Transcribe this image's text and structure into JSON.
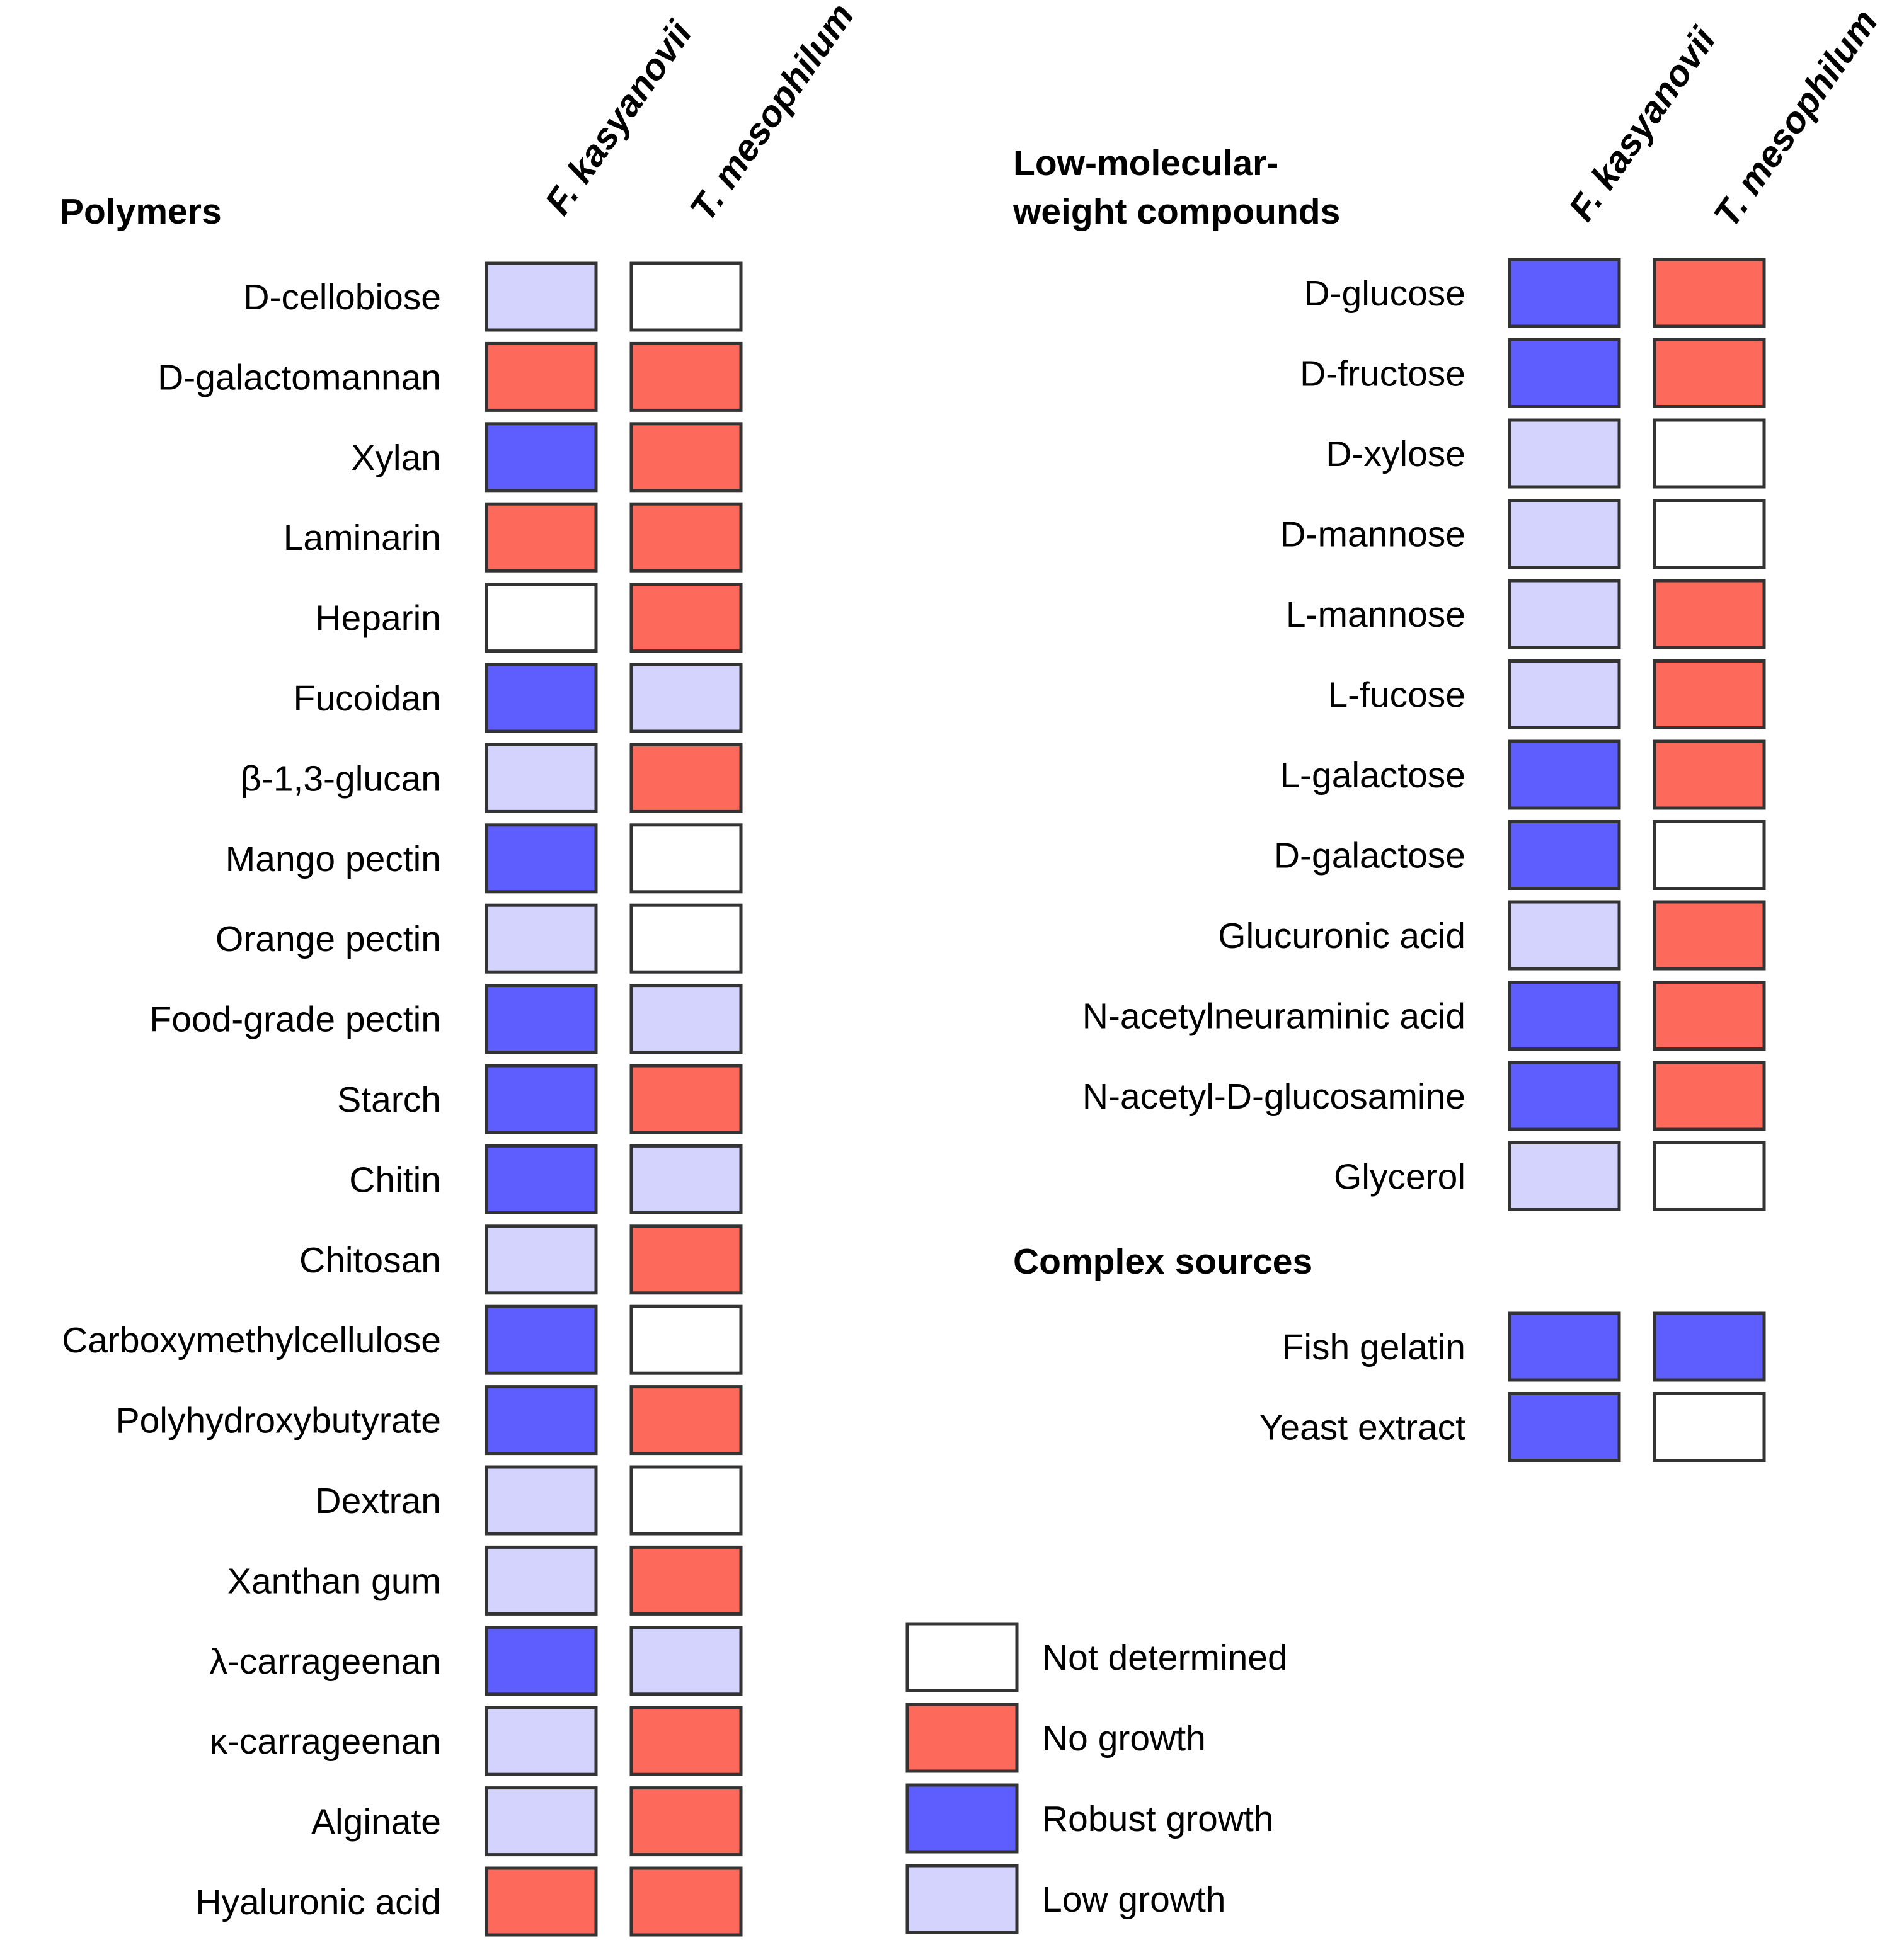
{
  "chart_data": {
    "type": "heatmap",
    "organisms": [
      "F. kasyanovii",
      "T. mesophilum"
    ],
    "colors": {
      "Not determined": "#ffffff",
      "No growth": "#fd6a5c",
      "Robust growth": "#5e5eff",
      "Low growth": "#d3d3fd"
    },
    "legend": {
      "placement": "bottom-right",
      "entries": [
        "Not determined",
        "No growth",
        "Robust growth",
        "Low growth"
      ]
    },
    "groups": [
      {
        "title": "Polymers",
        "rows": [
          {
            "label": "D-cellobiose",
            "values": [
              "Low growth",
              "Not determined"
            ]
          },
          {
            "label": "D-galactomannan",
            "values": [
              "No growth",
              "No growth"
            ]
          },
          {
            "label": "Xylan",
            "values": [
              "Robust growth",
              "No growth"
            ]
          },
          {
            "label": "Laminarin",
            "values": [
              "No growth",
              "No growth"
            ]
          },
          {
            "label": "Heparin",
            "values": [
              "Not determined",
              "No growth"
            ]
          },
          {
            "label": "Fucoidan",
            "values": [
              "Robust growth",
              "Low growth"
            ]
          },
          {
            "label": "β-1,3-glucan",
            "values": [
              "Low growth",
              "No growth"
            ]
          },
          {
            "label": "Mango pectin",
            "values": [
              "Robust growth",
              "Not determined"
            ]
          },
          {
            "label": "Orange pectin",
            "values": [
              "Low growth",
              "Not determined"
            ]
          },
          {
            "label": "Food-grade pectin",
            "values": [
              "Robust growth",
              "Low growth"
            ]
          },
          {
            "label": "Starch",
            "values": [
              "Robust growth",
              "No growth"
            ]
          },
          {
            "label": "Chitin",
            "values": [
              "Robust growth",
              "Low growth"
            ]
          },
          {
            "label": "Chitosan",
            "values": [
              "Low growth",
              "No growth"
            ]
          },
          {
            "label": "Carboxymethylcellulose",
            "values": [
              "Robust growth",
              "Not determined"
            ]
          },
          {
            "label": "Polyhydroxybutyrate",
            "values": [
              "Robust growth",
              "No growth"
            ]
          },
          {
            "label": "Dextran",
            "values": [
              "Low growth",
              "Not determined"
            ]
          },
          {
            "label": "Xanthan gum",
            "values": [
              "Low growth",
              "No growth"
            ]
          },
          {
            "label": "λ-carrageenan",
            "values": [
              "Robust growth",
              "Low growth"
            ]
          },
          {
            "label": "κ-carrageenan",
            "values": [
              "Low growth",
              "No growth"
            ]
          },
          {
            "label": "Alginate",
            "values": [
              "Low growth",
              "No growth"
            ]
          },
          {
            "label": "Hyaluronic acid",
            "values": [
              "No growth",
              "No growth"
            ]
          }
        ]
      },
      {
        "title_lines": [
          "Low-molecular-",
          "weight compounds"
        ],
        "rows": [
          {
            "label": "D-glucose",
            "values": [
              "Robust growth",
              "No growth"
            ]
          },
          {
            "label": "D-fructose",
            "values": [
              "Robust growth",
              "No growth"
            ]
          },
          {
            "label": "D-xylose",
            "values": [
              "Low growth",
              "Not determined"
            ]
          },
          {
            "label": "D-mannose",
            "values": [
              "Low growth",
              "Not determined"
            ]
          },
          {
            "label": "L-mannose",
            "values": [
              "Low growth",
              "No growth"
            ]
          },
          {
            "label": "L-fucose",
            "values": [
              "Low growth",
              "No growth"
            ]
          },
          {
            "label": "L-galactose",
            "values": [
              "Robust growth",
              "No growth"
            ]
          },
          {
            "label": "D-galactose",
            "values": [
              "Robust growth",
              "Not determined"
            ]
          },
          {
            "label": "Glucuronic acid",
            "values": [
              "Low growth",
              "No growth"
            ]
          },
          {
            "label": "N-acetylneuraminic acid",
            "values": [
              "Robust growth",
              "No growth"
            ]
          },
          {
            "label": "N-acetyl-D-glucosamine",
            "values": [
              "Robust growth",
              "No growth"
            ]
          },
          {
            "label": "Glycerol",
            "values": [
              "Low growth",
              "Not determined"
            ]
          }
        ]
      },
      {
        "title": "Complex sources",
        "rows": [
          {
            "label": "Fish gelatin",
            "values": [
              "Robust growth",
              "Robust growth"
            ]
          },
          {
            "label": "Yeast extract",
            "values": [
              "Robust growth",
              "Not determined"
            ]
          }
        ]
      }
    ]
  }
}
